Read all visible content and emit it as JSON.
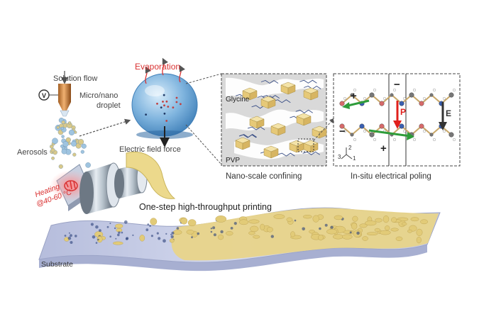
{
  "labels": {
    "solution_flow": "Solution flow",
    "voltage": "V",
    "aerosols": "Aerosols",
    "heating_line1": "Heating",
    "heating_line2": "@40-60 °C",
    "evaporation": "Evaporation",
    "micro_nano_line1": "Micro/nano",
    "micro_nano_line2": "droplet",
    "electric_field_force": "Electric field force",
    "glycine": "Glycine",
    "pvp": "PVP",
    "nano_scale_confining": "Nano-scale confining",
    "in_situ_poling": "In-situ electrical poling",
    "one_step": "One-step high-throughput printing",
    "substrate": "Substrate",
    "plus": "+",
    "minus": "−",
    "p_symbol": "P",
    "e_symbol": "E",
    "axis_1": "1",
    "axis_2": "2",
    "axis_3": "3"
  },
  "colors": {
    "polarization_arrow": "#e0201c",
    "field_arrow": "#333333",
    "dipole_arrow": "#2e9c3a",
    "film": "#e8d48a",
    "substrate": "#c9cfe6",
    "droplet": "#6fa8d6",
    "heating": "#d93030"
  }
}
